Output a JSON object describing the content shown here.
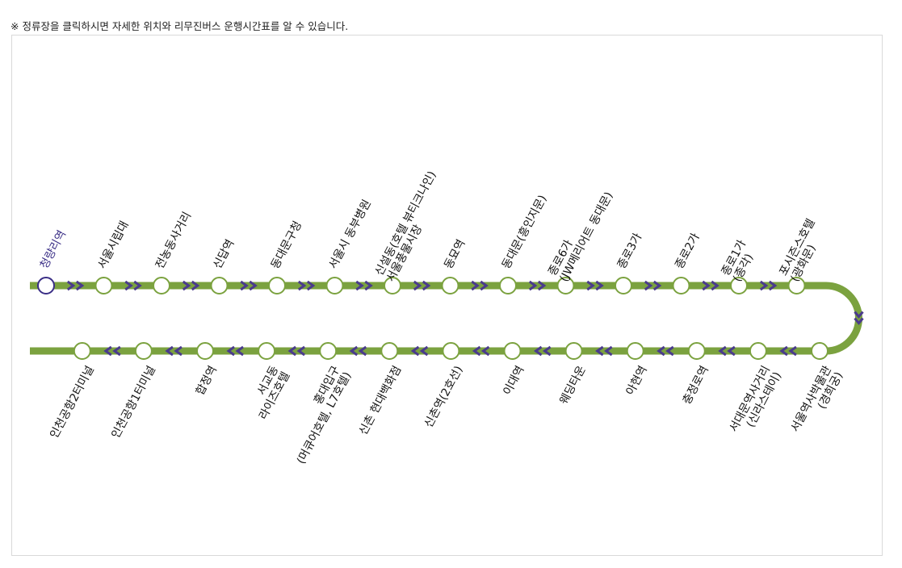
{
  "notice": "※ 정류장을 클릭하시면 자세한 위치와 리무진버스 운행시간표를 알 수 있습니다.",
  "colors": {
    "route_line": "#7ba23f",
    "arrow": "#4a3b8c",
    "active_stop": "#3a2e86",
    "stop_fill": "#ffffff"
  },
  "route": {
    "upper_direction_icon": "double-chevron-right-icon",
    "lower_direction_icon": "double-chevron-left-icon",
    "turn_icon": "chevron-down-icon",
    "upper_stops": [
      {
        "label": "청량리역",
        "active": true
      },
      {
        "label": "서울시립대",
        "active": false
      },
      {
        "label": "전농동사거리",
        "active": false
      },
      {
        "label": "신답역",
        "active": false
      },
      {
        "label": "동대문구청",
        "active": false
      },
      {
        "label": "서울시 동부병원",
        "active": false
      },
      {
        "label": "신설동(호텔 뷰티크나인)\n서울풍물시장",
        "active": false
      },
      {
        "label": "동묘역",
        "active": false
      },
      {
        "label": "동대문(흥인지문)",
        "active": false
      },
      {
        "label": "종로6가\n(JW메리어트 동대문)",
        "active": false
      },
      {
        "label": "종로3가",
        "active": false
      },
      {
        "label": "종로2가",
        "active": false
      },
      {
        "label": "종로1가\n(종각)",
        "active": false
      },
      {
        "label": "포시즌스호텔\n(광화문)",
        "active": false
      }
    ],
    "lower_stops": [
      {
        "label": "서울역사박물관\n(경희궁)",
        "active": false
      },
      {
        "label": "서대문역사거리\n(신라스테이)",
        "active": false
      },
      {
        "label": "충정로역",
        "active": false
      },
      {
        "label": "아현역",
        "active": false
      },
      {
        "label": "웨딩타운",
        "active": false
      },
      {
        "label": "이대역",
        "active": false
      },
      {
        "label": "신촌역(2호선)",
        "active": false
      },
      {
        "label": "신촌 현대백화점",
        "active": false
      },
      {
        "label": "홍대입구\n(머큐어호텔, L7호텔)",
        "active": false
      },
      {
        "label": "서교동\n라이즈호텔",
        "active": false
      },
      {
        "label": "합정역",
        "active": false
      },
      {
        "label": "인천공항1터미널",
        "active": false
      },
      {
        "label": "인천공항2터미널",
        "active": false
      }
    ]
  }
}
